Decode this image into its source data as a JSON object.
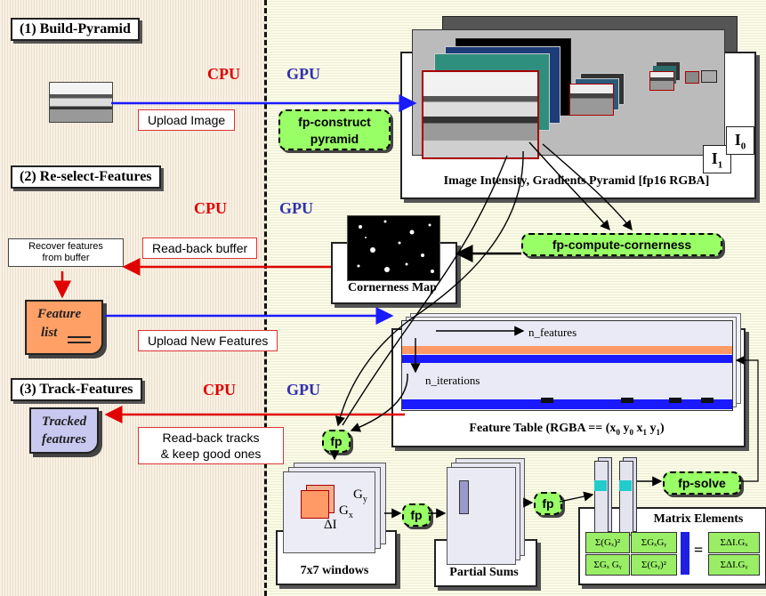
{
  "sections": {
    "build": "(1)  Build-Pyramid",
    "reselect": "(2) Re-select-Features",
    "track": "(3) Track-Features"
  },
  "processors": {
    "cpu": "CPU",
    "gpu": "GPU"
  },
  "transfers": {
    "upload_image": "Upload Image",
    "readback_buffer": "Read-back buffer",
    "upload_features": "Upload New Features",
    "readback_tracks_line1": "Read-back tracks",
    "readback_tracks_line2": "& keep good ones"
  },
  "cpu_items": {
    "recover_line1": "Recover features",
    "recover_line2": "from buffer",
    "feature_list_line1": "Feature",
    "feature_list_line2": "list",
    "tracked_line1": "Tracked",
    "tracked_line2": "features"
  },
  "fragment_programs": {
    "construct_line1": "fp-construct",
    "construct_line2": "pyramid",
    "cornerness": "fp-compute-cornerness",
    "fp": "fp",
    "solve": "fp-solve"
  },
  "pyramid": {
    "caption": "Image Intensity, Gradients Pyramid [fp16 RGBA]",
    "level0": "I",
    "level0_sub": "0",
    "level1": "I",
    "level1_sub": "1"
  },
  "cornerness": {
    "caption": "Cornerness Map"
  },
  "feature_table": {
    "caption": "Feature Table (RGBA == (x",
    "caption_tail": ")",
    "sub_x0": "0",
    "sub_y0": "0",
    "sub_x1": "1",
    "sub_y1": "1",
    "axis_features": "n_features",
    "axis_iterations": "n_iterations"
  },
  "windows": {
    "caption": "7x7 windows",
    "delta_i": "ΔI",
    "gx": "G",
    "gx_sub": "x",
    "gy": "G",
    "gy_sub": "y"
  },
  "partial_sums": {
    "caption": "Partial Sums"
  },
  "matrix": {
    "title": "Matrix Elements",
    "m11": "Σ(Gₓ)²",
    "m12": "ΣGₓGᵧ",
    "m21": "ΣGₓ Gᵧ",
    "m22": "Σ(Gᵧ)²",
    "equals": "=",
    "r1": "ΣΔI.Gₓ",
    "r2": "ΣΔI.Gᵧ"
  },
  "colors": {
    "cpu_text": "#e00000",
    "gpu_text": "#3030b0",
    "fp_fill": "#99ff66",
    "upload_arrow": "#1a1aff",
    "readback_arrow": "#e00000"
  }
}
